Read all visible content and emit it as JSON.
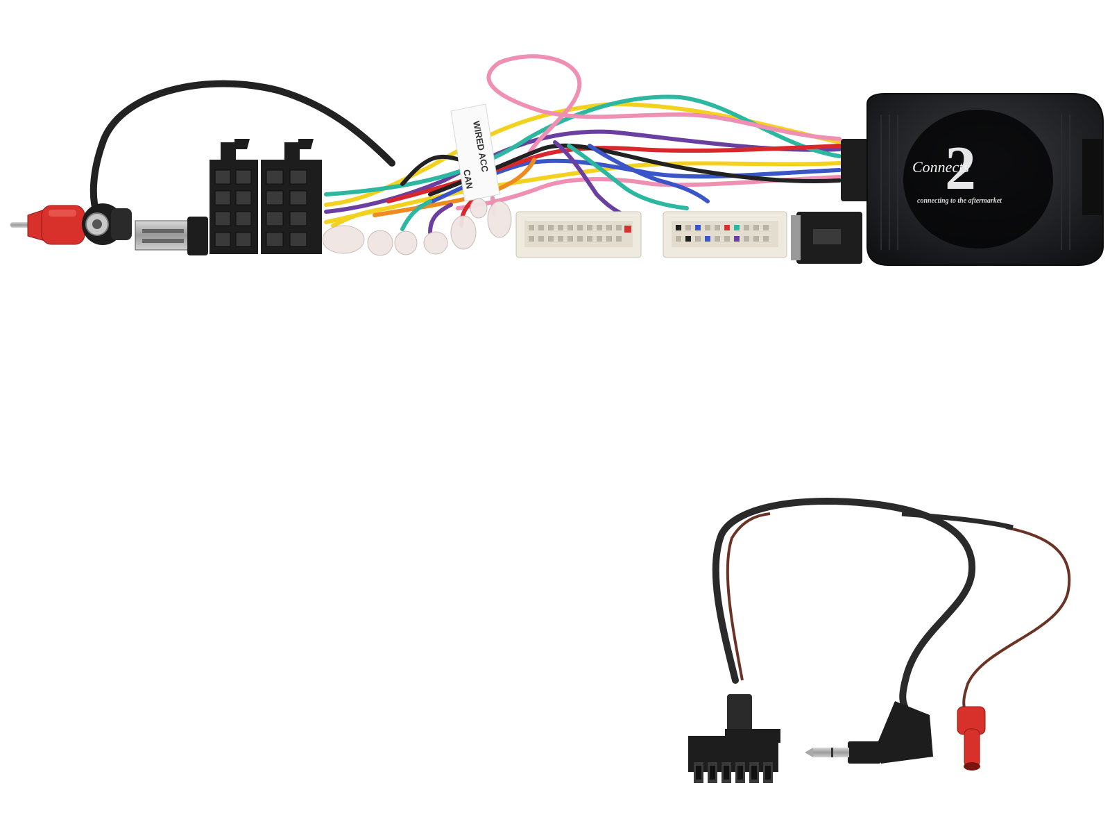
{
  "logo": {
    "brand_digit": "2",
    "brand_text": "Connects",
    "tagline": "connecting to the aftermarket"
  },
  "sleeve_label": {
    "line1": "WIRED ACC",
    "line2": "CAN"
  },
  "colors": {
    "background": "#ffffff",
    "module_body": "#1c1d20",
    "connector_white": "#eeeae0",
    "connector_black": "#1d1d1d",
    "rca_red": "#d8302a",
    "wire_yellow": "#f2d21e",
    "wire_purple": "#6b3fa0",
    "wire_green": "#2bb7a0",
    "wire_pink": "#ef8fb3",
    "wire_blue": "#3a55c8",
    "wire_orange": "#ef8a1f",
    "wire_red": "#d8282c",
    "wire_brown": "#6b3326",
    "cable_black": "#222222"
  }
}
